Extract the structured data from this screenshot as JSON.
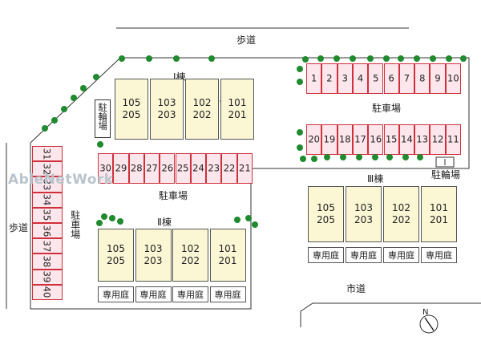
{
  "labels": {
    "sidewalk_top": "歩道",
    "sidewalk_left": "歩道",
    "city_road": "市道",
    "parking_left_vertical": "駐車場",
    "parking_center": "駐車場",
    "parking_right": "駐車場",
    "bike_parking_top": "駐輪場",
    "bike_parking_right": "駐輪場",
    "compass": "N",
    "watermark": "AbleNetWork"
  },
  "buildings": [
    {
      "name": "Ⅰ棟",
      "units": [
        {
          "top": "105",
          "bottom": "205"
        },
        {
          "top": "103",
          "bottom": "203"
        },
        {
          "top": "102",
          "bottom": "202"
        },
        {
          "top": "101",
          "bottom": "201"
        }
      ]
    },
    {
      "name": "Ⅱ棟",
      "units": [
        {
          "top": "105",
          "bottom": "205"
        },
        {
          "top": "103",
          "bottom": "203"
        },
        {
          "top": "102",
          "bottom": "202"
        },
        {
          "top": "101",
          "bottom": "201"
        }
      ],
      "garden_label": "専用庭"
    },
    {
      "name": "Ⅲ棟",
      "units": [
        {
          "top": "105",
          "bottom": "205"
        },
        {
          "top": "103",
          "bottom": "203"
        },
        {
          "top": "102",
          "bottom": "202"
        },
        {
          "top": "101",
          "bottom": "201"
        }
      ],
      "garden_label": "専用庭"
    }
  ],
  "parking": {
    "row_top_right": [
      "1",
      "2",
      "3",
      "4",
      "5",
      "6",
      "7",
      "8",
      "9",
      "10"
    ],
    "row_mid_right": [
      "20",
      "19",
      "18",
      "17",
      "16",
      "15",
      "14",
      "13",
      "12",
      "11"
    ],
    "row_center": [
      "30",
      "29",
      "28",
      "27",
      "26",
      "25",
      "24",
      "23",
      "22",
      "21"
    ],
    "column_left": [
      "31",
      "32",
      "33",
      "34",
      "35",
      "36",
      "37",
      "38",
      "39",
      "40"
    ]
  },
  "colors": {
    "building_fill": "#fbf7d5",
    "stall_fill": "#fde6ec",
    "stall_border": "#d0303a",
    "tree": "#1f8a2e"
  }
}
